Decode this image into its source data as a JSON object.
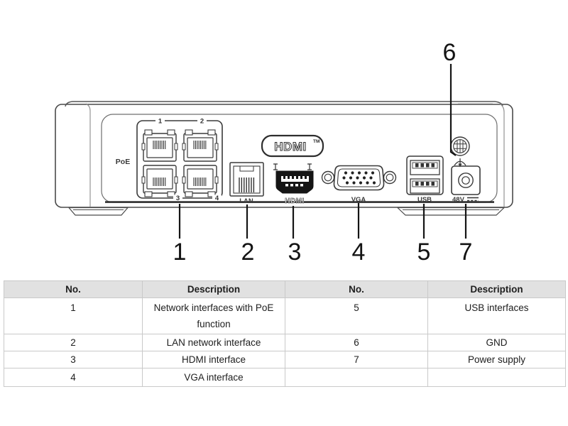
{
  "diagram": {
    "poe_label": "PoE",
    "port_numbers": [
      "1",
      "2",
      "3",
      "4"
    ],
    "labels": {
      "lan": "LAN",
      "hdmi": "HDMI",
      "vga": "VGA",
      "usb": "USB",
      "power": "48V"
    },
    "hdmi_badge": {
      "text": "HDMI",
      "tm": "TM"
    },
    "callout_numbers": [
      "1",
      "2",
      "3",
      "4",
      "5",
      "6",
      "7"
    ]
  },
  "table": {
    "headers": [
      "No.",
      "Description",
      "No.",
      "Description"
    ],
    "rows": [
      [
        "1",
        "Network interfaces with PoE function",
        "5",
        "USB interfaces"
      ],
      [
        "2",
        "LAN network interface",
        "6",
        "GND"
      ],
      [
        "3",
        "HDMI interface",
        "7",
        "Power supply"
      ],
      [
        "4",
        "VGA interface",
        "",
        ""
      ]
    ]
  },
  "colors": {
    "line": "#3a3a3a",
    "dark_line": "#141414",
    "table_border": "#c9c9c9",
    "header_bg": "#e1e1e1"
  }
}
